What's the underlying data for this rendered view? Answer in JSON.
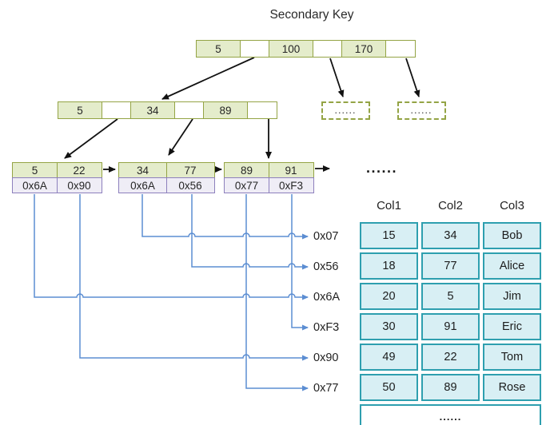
{
  "title": "Secondary Key",
  "root_node": {
    "cells": [
      "5",
      "",
      "100",
      "",
      "170",
      ""
    ]
  },
  "internal_node": {
    "cells": [
      "5",
      "",
      "34",
      "",
      "89",
      ""
    ]
  },
  "dashed_nodes": {
    "left": "......",
    "right": "......"
  },
  "leaf_nodes": [
    {
      "keys": [
        "5",
        "22"
      ],
      "pointers": [
        "0x6A",
        "0x90"
      ]
    },
    {
      "keys": [
        "34",
        "77"
      ],
      "pointers": [
        "0x6A",
        "0x56"
      ]
    },
    {
      "keys": [
        "89",
        "91"
      ],
      "pointers": [
        "0x77",
        "0xF3"
      ]
    }
  ],
  "leaf_level_ellipsis": "......",
  "address_labels": [
    "0x07",
    "0x56",
    "0x6A",
    "0xF3",
    "0x90",
    "0x77"
  ],
  "table": {
    "headers": [
      "Col1",
      "Col2",
      "Col3"
    ],
    "rows": [
      [
        "15",
        "34",
        "Bob"
      ],
      [
        "18",
        "77",
        "Alice"
      ],
      [
        "20",
        "5",
        "Jim"
      ],
      [
        "30",
        "91",
        "Eric"
      ],
      [
        "49",
        "22",
        "Tom"
      ],
      [
        "50",
        "89",
        "Rose"
      ]
    ],
    "ellipsis_row": "......"
  },
  "colors": {
    "olive": "#94A445",
    "green": "#E4ECCB",
    "purple": "#8D80BD",
    "lavender": "#EFEDF6",
    "teal": "#2E9FAF",
    "cyan": "#D8EFF4",
    "blue": "#5B8DD2",
    "arrow": "#111111",
    "text": "#262626"
  }
}
